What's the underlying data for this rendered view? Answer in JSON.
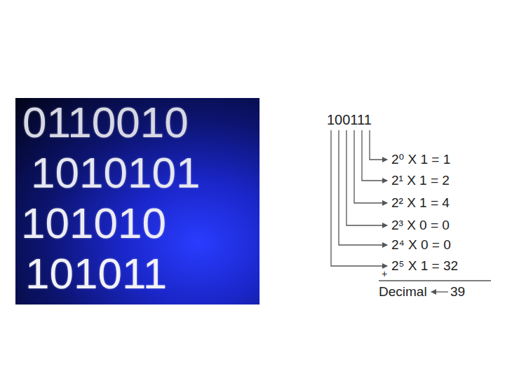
{
  "diagram": {
    "labels": [
      "0110010",
      "1010101",
      "101010",
      "101011",
      "100111",
      "2⁰ X 1 = 1",
      "2¹ X 1 = 2",
      "2² X 1 = 4",
      "2³ X 0 = 0",
      "2⁴ X 0 = 0",
      "2⁵ X 1 = 32",
      "+",
      "Decimal",
      "39"
    ]
  }
}
